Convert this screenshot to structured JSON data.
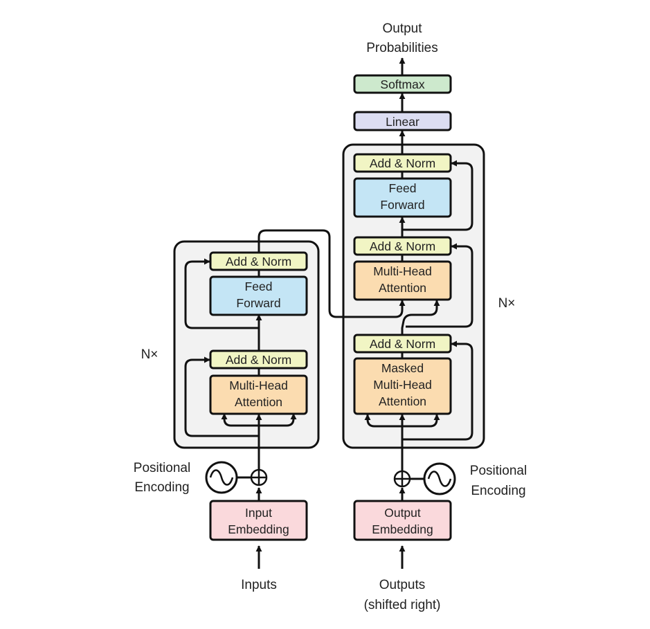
{
  "colors": {
    "add_norm": "#f1f5c4",
    "feed_forward": "#c4e5f5",
    "attention": "#fbdcb0",
    "embedding": "#fad9dc",
    "linear": "#dcddf2",
    "softmax": "#cde9cd",
    "stack_background": "#f2f2f2",
    "line": "#111111"
  },
  "encoder": {
    "repeat_label": "N×",
    "add_norm_top": "Add & Norm",
    "feed_forward": [
      "Feed",
      "Forward"
    ],
    "add_norm_bottom": "Add & Norm",
    "attention": [
      "Multi-Head",
      "Attention"
    ],
    "positional_encoding": [
      "Positional",
      "Encoding"
    ],
    "embedding": [
      "Input",
      "Embedding"
    ],
    "input_label": "Inputs"
  },
  "decoder": {
    "repeat_label": "N×",
    "add_norm_top": "Add & Norm",
    "feed_forward": [
      "Feed",
      "Forward"
    ],
    "add_norm_middle": "Add & Norm",
    "cross_attention": [
      "Multi-Head",
      "Attention"
    ],
    "add_norm_bottom": "Add & Norm",
    "masked_attention": [
      "Masked",
      "Multi-Head",
      "Attention"
    ],
    "positional_encoding": [
      "Positional",
      "Encoding"
    ],
    "embedding": [
      "Output",
      "Embedding"
    ],
    "input_label": [
      "Outputs",
      "(shifted right)"
    ]
  },
  "head": {
    "linear": "Linear",
    "softmax": "Softmax",
    "output_label": [
      "Output",
      "Probabilities"
    ]
  }
}
